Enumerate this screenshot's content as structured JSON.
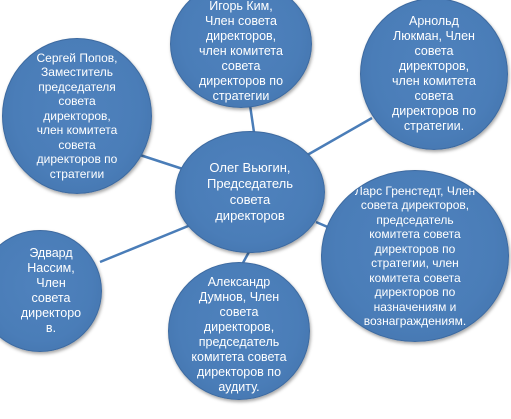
{
  "colors": {
    "node_fill": "#4f82bd",
    "node_border": "#3d6aa0",
    "connector": "#4a7db8",
    "text": "#ffffff"
  },
  "nodes": {
    "center": "Олег Вьюгин,\nПредседатель\nсовета\nдиректоров",
    "top": "Игорь Ким,\nЧлен совета\nдиректоров,\nчлен комитета\nсовета\nдиректоров по\nстратегии",
    "top_right": "Арнольд\nЛюкман, Член\nсовета\nдиректоров,\nчлен комитета\nсовета\nдиректоров по\nстратегии.",
    "right": "Ларс Гренстедт, Член\nсовета директоров,\nпредседатель\nкомитета совета\nдиректоров по\nстратегии, член\nкомитета совета\nдиректоров по\nназначениям и\nвознаграждениям.",
    "bottom": "Александр\nДумнов, Член\nсовета\nдиректоров,\nпредседатель\nкомитета совета\nдиректоров по\nаудиту.",
    "left_bottom": "Эдвард\nНассим,\nЧлен\nсовета\nдиректоро\nв.",
    "left_top": "Сергей Попов,\nЗаместитель\nпредседателя\nсовета\nдиректоров,\nчлен комитета\nсовета\nдиректоров по\nстратегии"
  }
}
